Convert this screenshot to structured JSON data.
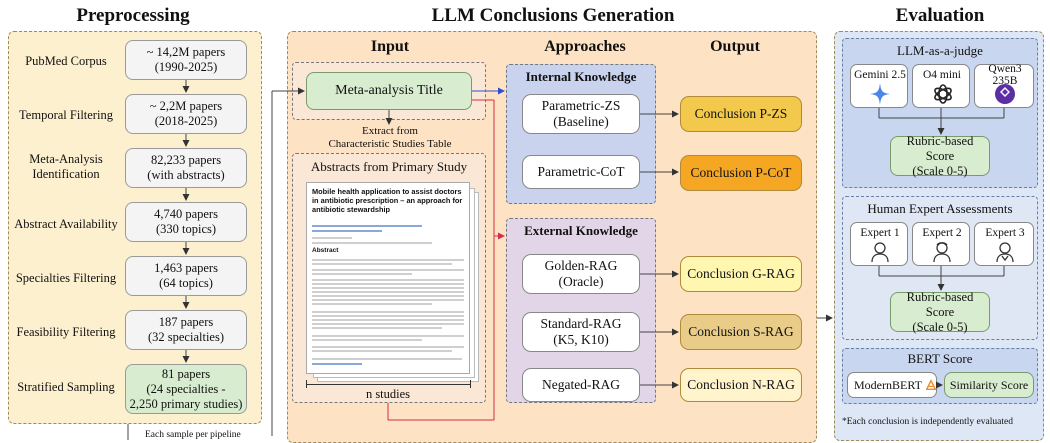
{
  "headers": {
    "preprocessing": "Preprocessing",
    "generation": "LLM Conclusions Generation",
    "evaluation": "Evaluation"
  },
  "preprocessing": {
    "steps": [
      {
        "label": "PubMed Corpus",
        "box": [
          "~ 14,2M papers",
          "(1990-2025)"
        ]
      },
      {
        "label": "Temporal Filtering",
        "box": [
          "~ 2,2M papers",
          "(2018-2025)"
        ]
      },
      {
        "label_lines": [
          "Meta-Analysis",
          "Identification"
        ],
        "box": [
          "82,233 papers",
          "(with abstracts)"
        ]
      },
      {
        "label": "Abstract Availability",
        "box": [
          "4,740 papers",
          "(330 topics)"
        ]
      },
      {
        "label": "Specialties Filtering",
        "box": [
          "1,463 papers",
          "(64 topics)"
        ]
      },
      {
        "label": "Feasibility Filtering",
        "box": [
          "187 papers",
          "(32 specialties)"
        ]
      },
      {
        "label": "Stratified Sampling",
        "box": [
          "81 papers",
          "(24 specialties -",
          "2,250 primary studies)"
        ]
      }
    ],
    "footnote": "Each sample per pipeline"
  },
  "generation": {
    "col_input": "Input",
    "col_approaches": "Approaches",
    "col_output": "Output",
    "title_box": "Meta-analysis Title",
    "extract_lines": [
      "Extract from",
      "Characteristic Studies Table"
    ],
    "abstracts_title": "Abstracts from Primary Study",
    "n_studies": "n studies",
    "paper": {
      "title": "Mobile health application to assist doctors in antibiotic prescription – an approach for antibiotic stewardship",
      "heading": "Abstract"
    },
    "internal": {
      "title": "Internal Knowledge",
      "items": [
        {
          "lines": [
            "Parametric-ZS",
            "(Baseline)"
          ],
          "output": "Conclusion P-ZS"
        },
        {
          "lines": [
            "Parametric-CoT"
          ],
          "output": "Conclusion P-CoT"
        }
      ]
    },
    "external": {
      "title": "External Knowledge",
      "items": [
        {
          "lines": [
            "Golden-RAG",
            "(Oracle)"
          ],
          "output": "Conclusion G-RAG"
        },
        {
          "lines": [
            "Standard-RAG",
            "(K5, K10)"
          ],
          "output": "Conclusion S-RAG"
        },
        {
          "lines": [
            "Negated-RAG"
          ],
          "output": "Conclusion N-RAG"
        }
      ]
    },
    "output_colors": [
      "#f2c94c",
      "#f5a623",
      "#fff6b0",
      "#e8cc88",
      "#fff4cc"
    ]
  },
  "evaluation": {
    "judge": {
      "title": "LLM-as-a-judge",
      "models": [
        "Gemini 2.5",
        "O4 mini",
        "Qwen3 235B"
      ],
      "rubric": [
        "Rubric-based Score",
        "(Scale 0-5)"
      ]
    },
    "human": {
      "title": "Human Expert Assessments",
      "experts": [
        "Expert 1",
        "Expert 2",
        "Expert 3"
      ],
      "rubric": [
        "Rubric-based Score",
        "(Scale 0-5)"
      ]
    },
    "bert": {
      "title": "BERT Score",
      "model": "ModernBERT",
      "result": "Similarity Score"
    },
    "footnote": "*Each conclusion is independently evaluated"
  }
}
